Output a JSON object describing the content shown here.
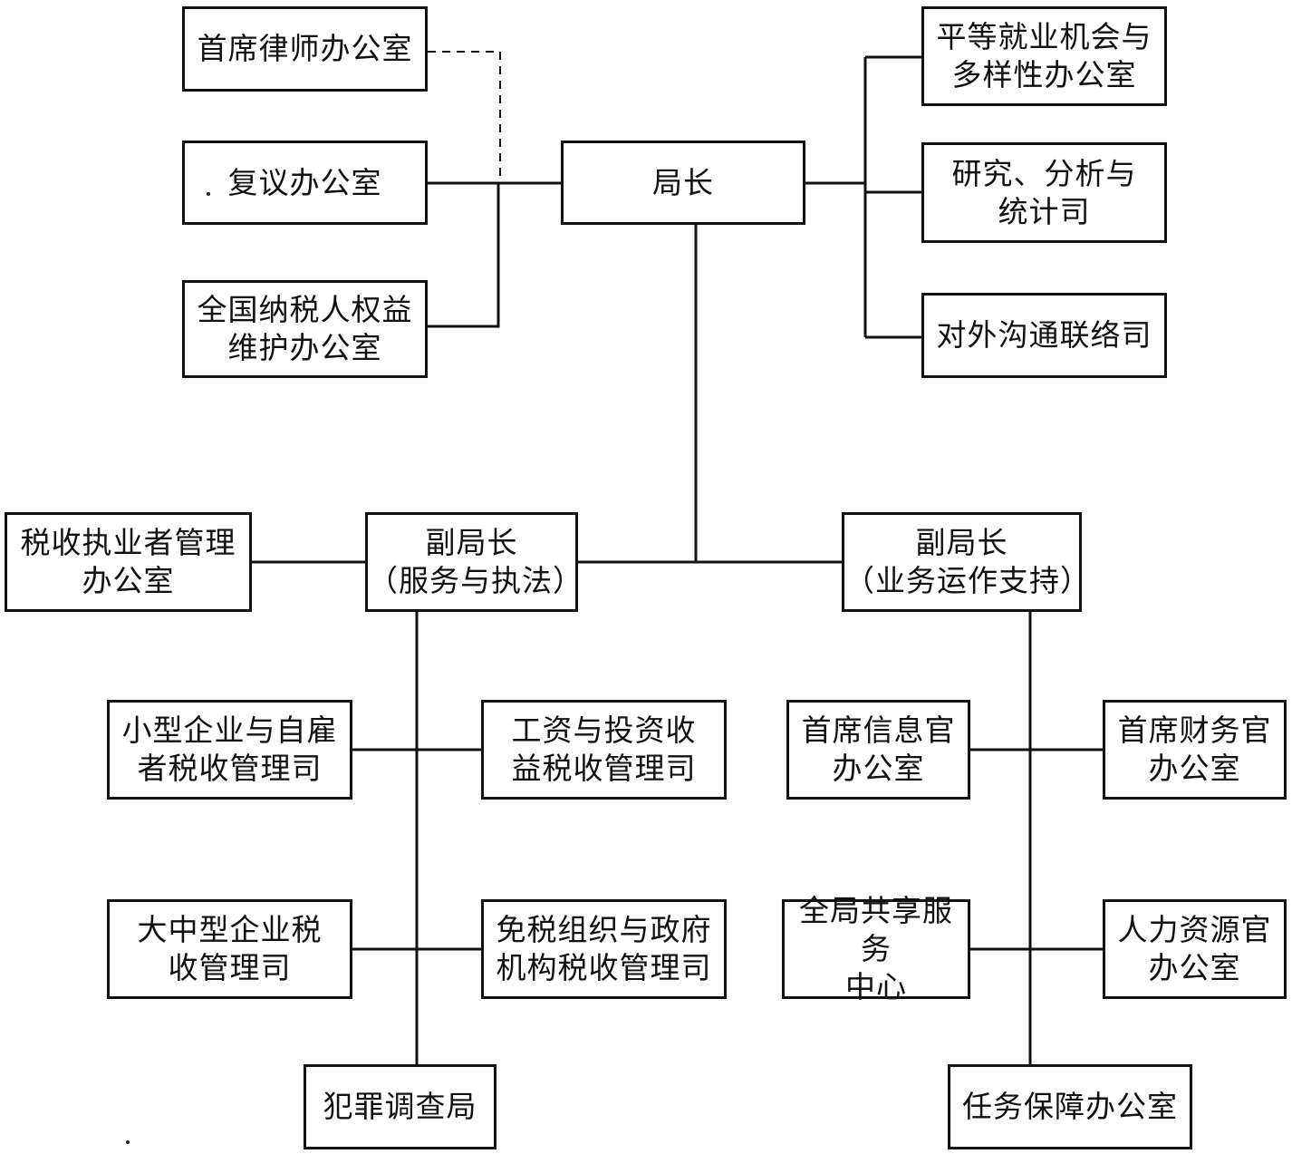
{
  "org_chart": {
    "director": "局长",
    "chief_counsel": "首席律师办公室",
    "appeals": "复议办公室",
    "taxpayer_advocate": "全国纳税人权益\n维护办公室",
    "equity_diversity": "平等就业机会与\n多样性办公室",
    "research_stats": "研究、分析与\n统计司",
    "communications": "对外沟通联络司",
    "return_preparer": "税收执业者管理\n办公室",
    "deputy_services": "副局长\n（服务与执法）",
    "deputy_operations": "副局长\n（业务运作支持）",
    "small_business": "小型企业与自雇\n者税收管理司",
    "wage_investment": "工资与投资收\n益税收管理司",
    "large_business": "大中型企业税\n收管理司",
    "tax_exempt_gov": "免税组织与政府\n机构税收管理司",
    "criminal_investigation": "犯罪调查局",
    "cio_office": "首席信息官\n办公室",
    "cfo_office": "首席财务官\n办公室",
    "shared_services": "全局共享服务\n中心",
    "hr_office": "人力资源官\n办公室",
    "mission_assurance": "任务保障办公室"
  }
}
